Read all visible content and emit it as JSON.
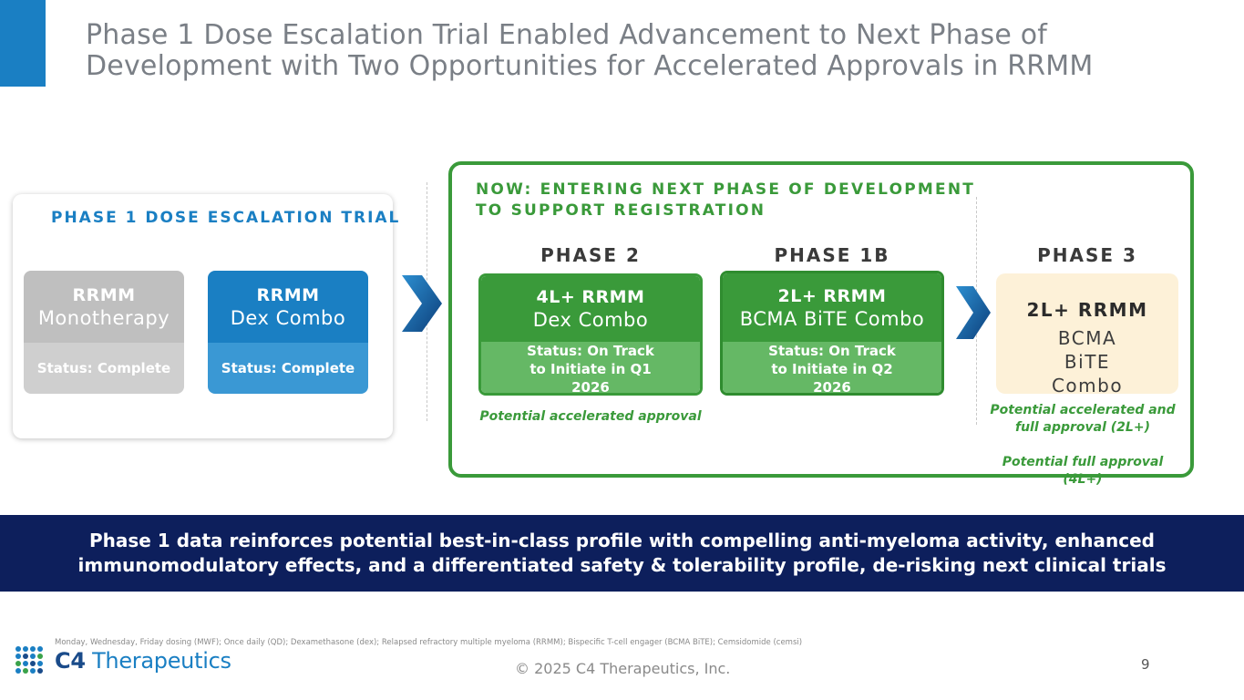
{
  "title": "Phase 1 Dose Escalation Trial Enabled Advancement to Next Phase of Development with Two Opportunities for Accelerated Approvals in RRMM",
  "phase1": {
    "heading": "PHASE 1 DOSE ESCALATION TRIAL",
    "cards": [
      {
        "line1": "RRMM",
        "line2": "Monotherapy",
        "status": "Status: Complete"
      },
      {
        "line1": "RRMM",
        "line2": "Dex Combo",
        "status": "Status: Complete"
      }
    ]
  },
  "next_phase": {
    "heading": "NOW: ENTERING NEXT PHASE OF DEVELOPMENT TO SUPPORT REGISTRATION",
    "phase2": {
      "label": "PHASE 2",
      "line1": "4L+ RRMM",
      "line2": "Dex Combo",
      "status": "Status: On Track to Initiate in Q1 2026",
      "note": "Potential accelerated approval"
    },
    "phase1b": {
      "label": "PHASE 1B",
      "line1": "2L+ RRMM",
      "line2": "BCMA BiTE Combo",
      "status": "Status: On Track to Initiate in Q2 2026"
    },
    "phase3": {
      "label": "PHASE 3",
      "line1": "2L+ RRMM",
      "line2": "BCMA BiTE Combo",
      "note1": "Potential accelerated and full approval (2L+)",
      "note2": "Potential full approval (4L+)"
    }
  },
  "banner": "Phase 1 data reinforces potential best-in-class profile with compelling anti-myeloma activity, enhanced immunomodulatory effects, and a differentiated safety & tolerability profile, de-risking next clinical trials",
  "footnote": "Monday, Wednesday, Friday dosing (MWF); Once daily (QD); Dexamethasone (dex); Relapsed refractory multiple myeloma (RRMM); Bispecific T-cell engager (BCMA BiTE); Cemsidomide (cemsi)",
  "logo": {
    "prefix": "C4",
    "name": "Therapeutics"
  },
  "copyright": "© 2025 C4 Therapeutics, Inc.",
  "page_number": "9",
  "colors": {
    "blue": "#1a7fc3",
    "green": "#3a9a3a",
    "navy": "#0d1f5c",
    "gray": "#bfbfbf",
    "cream": "#fdf1d8"
  }
}
